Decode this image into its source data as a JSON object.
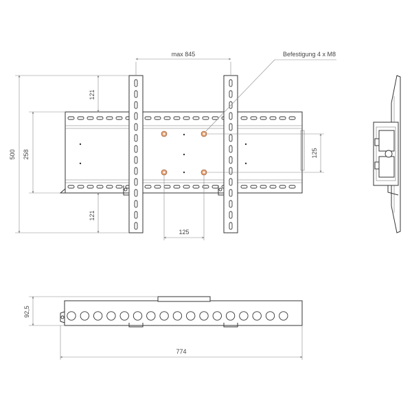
{
  "dimensions": {
    "max_width": "max 845",
    "mounting_label": "Befestigung 4 x M8",
    "height_total": "500",
    "height_plate": "258",
    "top_gap": "121",
    "bottom_gap": "121",
    "hole_spacing_horizontal": "125",
    "hole_spacing_vertical": "125",
    "depth": "92,5",
    "total_width": "774"
  }
}
